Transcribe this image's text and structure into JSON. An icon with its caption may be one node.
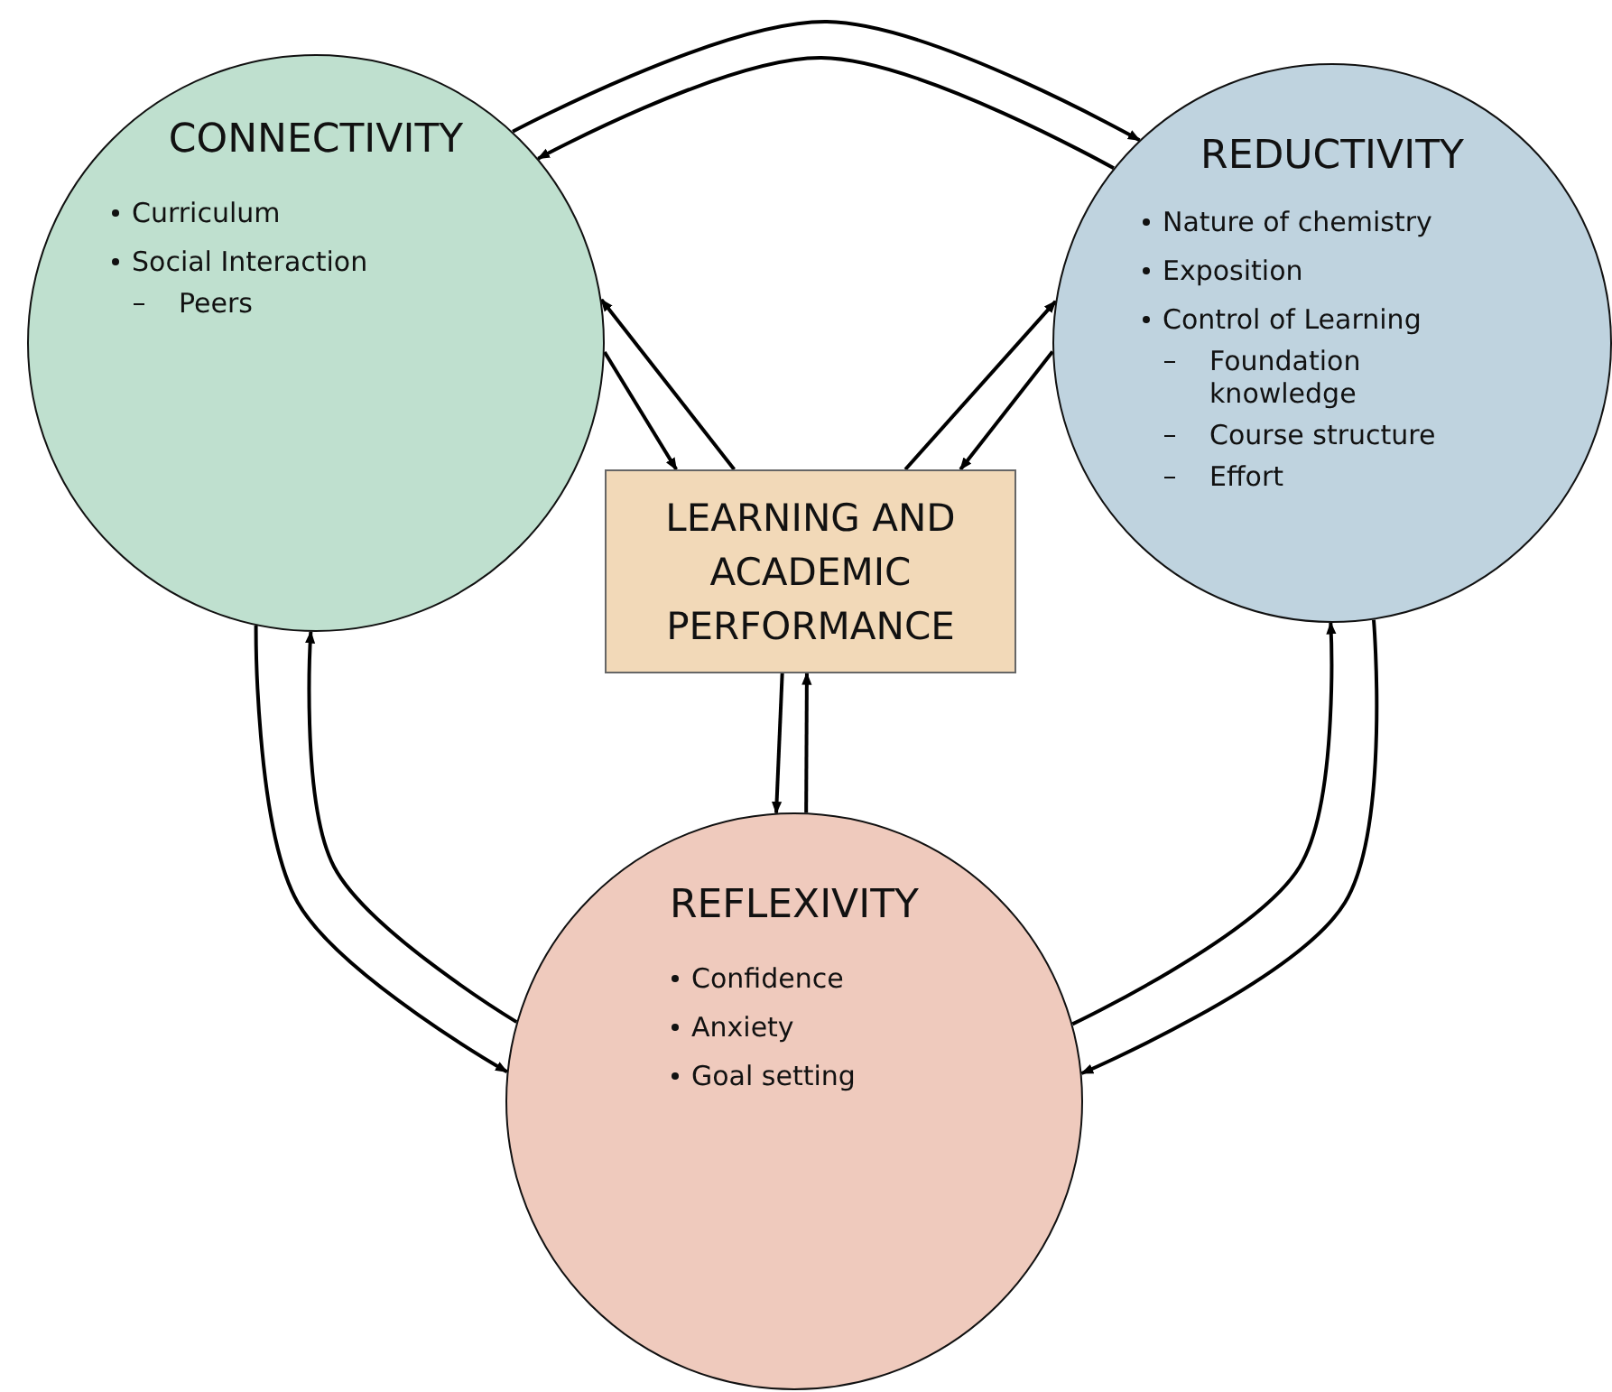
{
  "diagram": {
    "nodes": [
      {
        "text": [
          "CONNECTIVITY",
          "Curriculum",
          "Social Interaction",
          "Peers"
        ]
      },
      {
        "text": [
          "REDUCTIVITY",
          "Nature of chemistry",
          "Exposition",
          "Control of Learning",
          "Foundation knowledge",
          "Course structure",
          "Effort"
        ]
      },
      {
        "text": [
          "LEARNING AND ACADEMIC PERFORMANCE"
        ]
      },
      {
        "text": [
          "REFLEXIVITY",
          "Confidence",
          "Anxiety",
          "Goal setting"
        ]
      }
    ],
    "edges": [
      {
        "from": 0,
        "to": 1,
        "arrow": "to"
      },
      {
        "from": 1,
        "to": 0,
        "arrow": "to"
      },
      {
        "from": 2,
        "to": 0,
        "arrow": "to"
      },
      {
        "from": 0,
        "to": 2,
        "arrow": "to"
      },
      {
        "from": 2,
        "to": 1,
        "arrow": "to"
      },
      {
        "from": 1,
        "to": 2,
        "arrow": "to"
      },
      {
        "from": 2,
        "to": 3,
        "arrow": "to"
      },
      {
        "from": 3,
        "to": 2,
        "arrow": "to"
      },
      {
        "from": 0,
        "to": 3,
        "arrow": "to"
      },
      {
        "from": 3,
        "to": 0,
        "arrow": "to"
      },
      {
        "from": 3,
        "to": 1,
        "arrow": "to"
      },
      {
        "from": 1,
        "to": 3,
        "arrow": "to"
      }
    ]
  }
}
